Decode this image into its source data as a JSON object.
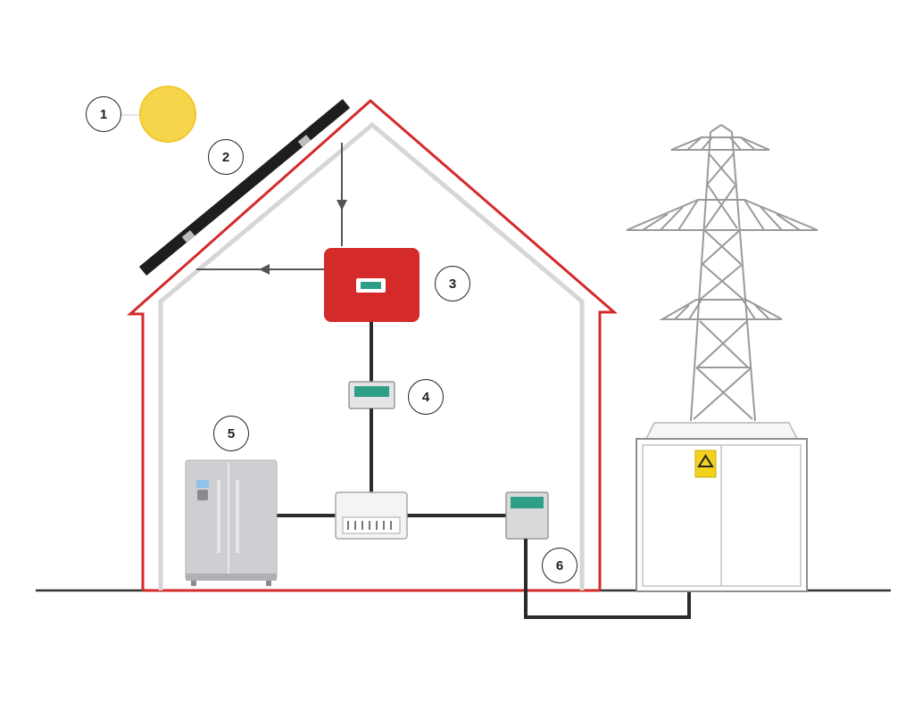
{
  "diagram": {
    "callouts": [
      {
        "label": "1",
        "icon": "sun-icon"
      },
      {
        "label": "2",
        "icon": "solar-panel-icon"
      },
      {
        "label": "3",
        "icon": "inverter-icon"
      },
      {
        "label": "4",
        "icon": "generation-meter-icon"
      },
      {
        "label": "5",
        "icon": "refrigerator-icon"
      },
      {
        "label": "6",
        "icon": "export-meter-icon"
      }
    ],
    "colors": {
      "house_outline": "#d42a2a",
      "inverter": "#d42a2a",
      "meter_display": "#2f9e86",
      "sun": "#f7d54a",
      "warning_sign": "#f2d21b",
      "wire": "#2b2b2b",
      "pylon": "#9a9a9a"
    }
  }
}
